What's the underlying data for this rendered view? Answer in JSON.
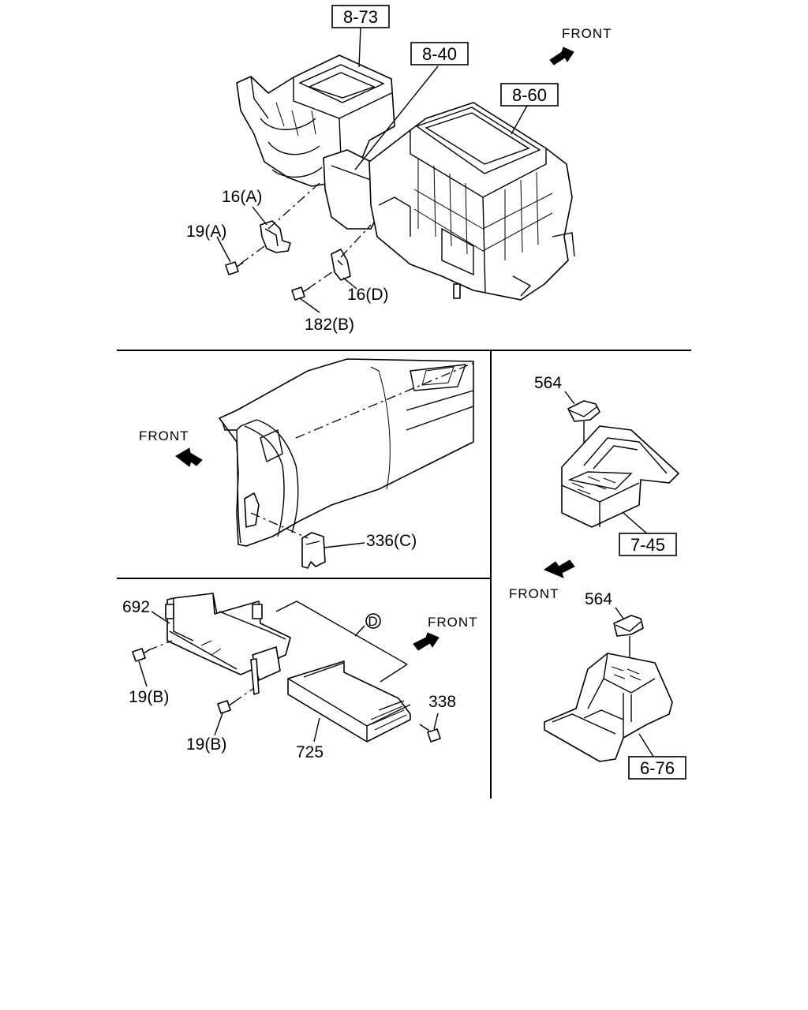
{
  "top_section": {
    "refs": {
      "r873": "8-73",
      "r840": "8-40",
      "r860": "8-60"
    },
    "front": "FRONT",
    "parts": {
      "p16a": "16(A)",
      "p19a": "19(A)",
      "p16d": "16(D)",
      "p182b": "182(B)"
    }
  },
  "middle_left": {
    "front": "FRONT",
    "parts": {
      "p336c": "336(C)"
    }
  },
  "bottom_left": {
    "front": "FRONT",
    "marker": "D",
    "parts": {
      "p692": "692",
      "p19b_1": "19(B)",
      "p19b_2": "19(B)",
      "p338": "338",
      "p725": "725"
    }
  },
  "right_section": {
    "upper": {
      "part": "564",
      "ref": "7-45"
    },
    "front": "FRONT",
    "lower": {
      "part": "564",
      "ref": "6-76"
    }
  }
}
